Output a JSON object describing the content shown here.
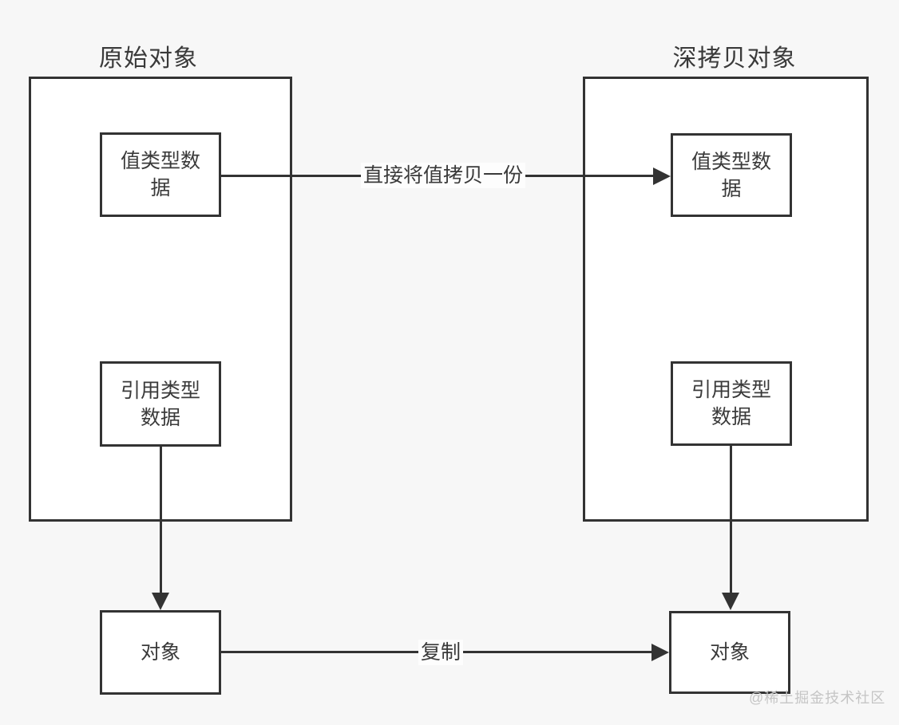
{
  "diagram": {
    "left": {
      "title": "原始对象",
      "value_label": "值类型数据",
      "ref_label": "引用类型数据",
      "object_label": "对象"
    },
    "right": {
      "title": "深拷贝对象",
      "value_label": "值类型数据",
      "ref_label": "引用类型数据",
      "object_label": "对象"
    },
    "edge_labels": {
      "value_copy": "直接将值拷贝一份",
      "object_copy": "复制"
    },
    "watermark": "@稀土掘金技术社区",
    "colors": {
      "background": "#f7f7f7",
      "box_fill": "#ffffff",
      "line": "#333333",
      "watermark": "#c5c5c5"
    }
  }
}
